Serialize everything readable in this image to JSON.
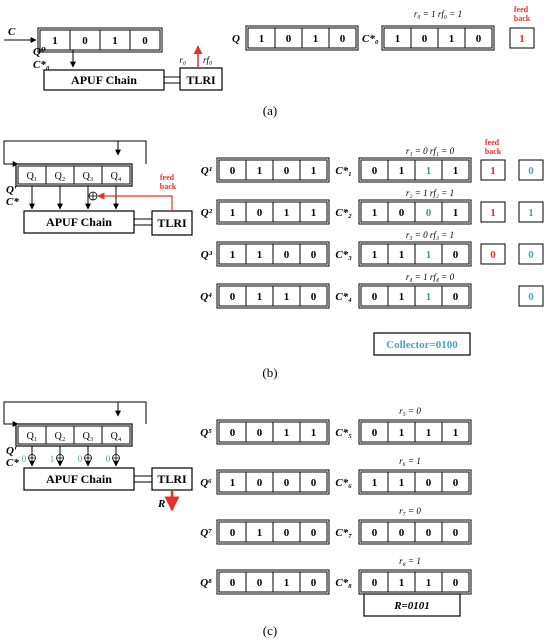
{
  "colors": {
    "black": "#000000",
    "red": "#e8302a",
    "blue": "#4aa3b8",
    "green": "#3aa860"
  },
  "a": {
    "c_label": "C",
    "reg": [
      "1",
      "0",
      "1",
      "0"
    ],
    "q0": "Q⁰",
    "c0": "C*₀",
    "apuf": "APUF Chain",
    "tlri": "TLRI",
    "r0_short": "r₀",
    "rf0_short": "rf₀",
    "q_label": "Q",
    "q_bits": [
      "1",
      "0",
      "1",
      "0"
    ],
    "c_star": "C*₀",
    "cs_bits": [
      "1",
      "0",
      "1",
      "0"
    ],
    "eq": "r₀ = 1   rf₀ = 1",
    "feedback": [
      "feed",
      "back"
    ],
    "fb_bit": "1",
    "caption": "(a)"
  },
  "b": {
    "regs": [
      "Q₁",
      "Q₂",
      "Q₃",
      "Q₄"
    ],
    "qp": "Q′",
    "cs": "C*",
    "apuf": "APUF Chain",
    "tlri": "TLRI",
    "feedback": [
      "feed",
      "back"
    ],
    "feedback_head": [
      "feed",
      "back"
    ],
    "rows": [
      {
        "q": "Q¹",
        "qb": [
          "0",
          "1",
          "0",
          "1"
        ],
        "c": "C*₁",
        "cb": [
          "0",
          "1",
          "1",
          "1"
        ],
        "eq": "r₁ = 0   rf₁ = 0",
        "fb": "1",
        "coll": "0"
      },
      {
        "q": "Q²",
        "qb": [
          "1",
          "0",
          "1",
          "1"
        ],
        "c": "C*₂",
        "cb": [
          "1",
          "0",
          "0",
          "1"
        ],
        "eq": "r₂ = 1   rf₂ = 1",
        "fb": "1",
        "coll": "1"
      },
      {
        "q": "Q³",
        "qb": [
          "1",
          "1",
          "0",
          "0"
        ],
        "c": "C*₃",
        "cb": [
          "1",
          "1",
          "1",
          "0"
        ],
        "eq": "r₃ = 0   rf₃ = 1",
        "fb": "0",
        "coll": "0"
      },
      {
        "q": "Q⁴",
        "qb": [
          "0",
          "1",
          "1",
          "0"
        ],
        "c": "C*₄",
        "cb": [
          "0",
          "1",
          "1",
          "0"
        ],
        "eq": "r₄ = 1   rf₄ = 0",
        "fb": "",
        "coll": "0"
      }
    ],
    "collector": "Collector=0100",
    "caption": "(b)"
  },
  "c": {
    "regs": [
      "Q₁",
      "Q₂",
      "Q₃",
      "Q₄"
    ],
    "xor_bits": [
      "0",
      "1",
      "0",
      "0"
    ],
    "qp": "Q′",
    "cs": "C*",
    "apuf": "APUF Chain",
    "tlri": "TLRI",
    "r_out": "R",
    "rows": [
      {
        "q": "Q⁵",
        "qb": [
          "0",
          "0",
          "1",
          "1"
        ],
        "c": "C*₅",
        "cb": [
          "0",
          "1",
          "1",
          "1"
        ],
        "eq": "r₅ = 0"
      },
      {
        "q": "Q⁶",
        "qb": [
          "1",
          "0",
          "0",
          "0"
        ],
        "c": "C*₆",
        "cb": [
          "1",
          "1",
          "0",
          "0"
        ],
        "eq": "r₆ = 1"
      },
      {
        "q": "Q⁷",
        "qb": [
          "0",
          "1",
          "0",
          "0"
        ],
        "c": "C*₇",
        "cb": [
          "0",
          "0",
          "0",
          "0"
        ],
        "eq": "r₇ = 0"
      },
      {
        "q": "Q⁸",
        "qb": [
          "0",
          "0",
          "1",
          "0"
        ],
        "c": "C*₈",
        "cb": [
          "0",
          "1",
          "1",
          "0"
        ],
        "eq": "r₈ = 1"
      }
    ],
    "result": "R=0101",
    "caption": "(c)"
  }
}
